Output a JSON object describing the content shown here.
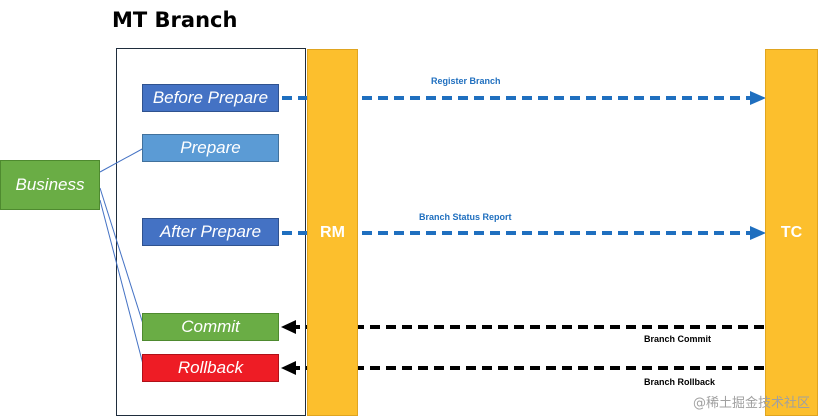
{
  "title": "MT Branch",
  "business": {
    "label": "Business",
    "color": "#6aad45"
  },
  "steps": {
    "before_prepare": {
      "label": "Before Prepare",
      "color": "#4472c4"
    },
    "prepare": {
      "label": "Prepare",
      "color": "#5b9bd5"
    },
    "after_prepare": {
      "label": "After Prepare",
      "color": "#4472c4"
    },
    "commit": {
      "label": "Commit",
      "color": "#6aad45"
    },
    "rollback": {
      "label": "Rollback",
      "color": "#ee1c25"
    }
  },
  "rm": {
    "label": "RM"
  },
  "tc": {
    "label": "TC"
  },
  "arrows": {
    "register_branch": {
      "label": "Register Branch",
      "color": "#1f6fbf"
    },
    "branch_status_report": {
      "label": "Branch Status Report",
      "color": "#1f6fbf"
    },
    "branch_commit": {
      "label": "Branch Commit",
      "color": "#000000"
    },
    "branch_rollback": {
      "label": "Branch Rollback",
      "color": "#000000"
    }
  },
  "watermark": "@稀土掘金技术社区"
}
